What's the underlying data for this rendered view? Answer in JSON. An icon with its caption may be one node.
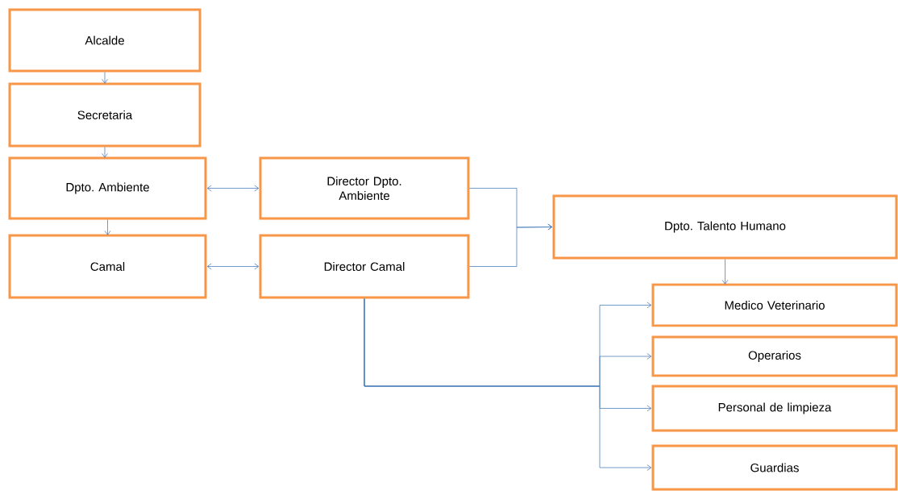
{
  "diagram": {
    "nodes": [
      {
        "text": [
          "Alcalde"
        ]
      },
      {
        "text": [
          "Secretaria"
        ]
      },
      {
        "text": [
          "Dpto. Ambiente"
        ]
      },
      {
        "text": [
          "Camal"
        ]
      },
      {
        "text": [
          "Director Dpto. Ambiente"
        ]
      },
      {
        "text": [
          "Director Camal"
        ]
      },
      {
        "text": [
          "Dpto. Talento Humano"
        ]
      },
      {
        "text": [
          "Medico Veterinario"
        ]
      },
      {
        "text": [
          "Operarios"
        ]
      },
      {
        "text": [
          "Personal de limpieza"
        ]
      },
      {
        "text": [
          "Guardias"
        ]
      }
    ],
    "edges": [
      {
        "from": 0,
        "to": 1,
        "arrow": "to"
      },
      {
        "from": 1,
        "to": 2,
        "arrow": "to"
      },
      {
        "from": 2,
        "to": 3,
        "arrow": "to"
      },
      {
        "from": 2,
        "to": 4,
        "arrow": "both"
      },
      {
        "from": 3,
        "to": 5,
        "arrow": "both"
      },
      {
        "from": 4,
        "to": 6,
        "arrow": "to"
      },
      {
        "from": 5,
        "to": 6,
        "arrow": "to"
      },
      {
        "from": 6,
        "to": 7,
        "arrow": "to"
      },
      {
        "from": 5,
        "to": 7,
        "arrow": "to"
      },
      {
        "from": 5,
        "to": 8,
        "arrow": "to"
      },
      {
        "from": 5,
        "to": 9,
        "arrow": "to"
      },
      {
        "from": 5,
        "to": 10,
        "arrow": "to"
      }
    ]
  }
}
